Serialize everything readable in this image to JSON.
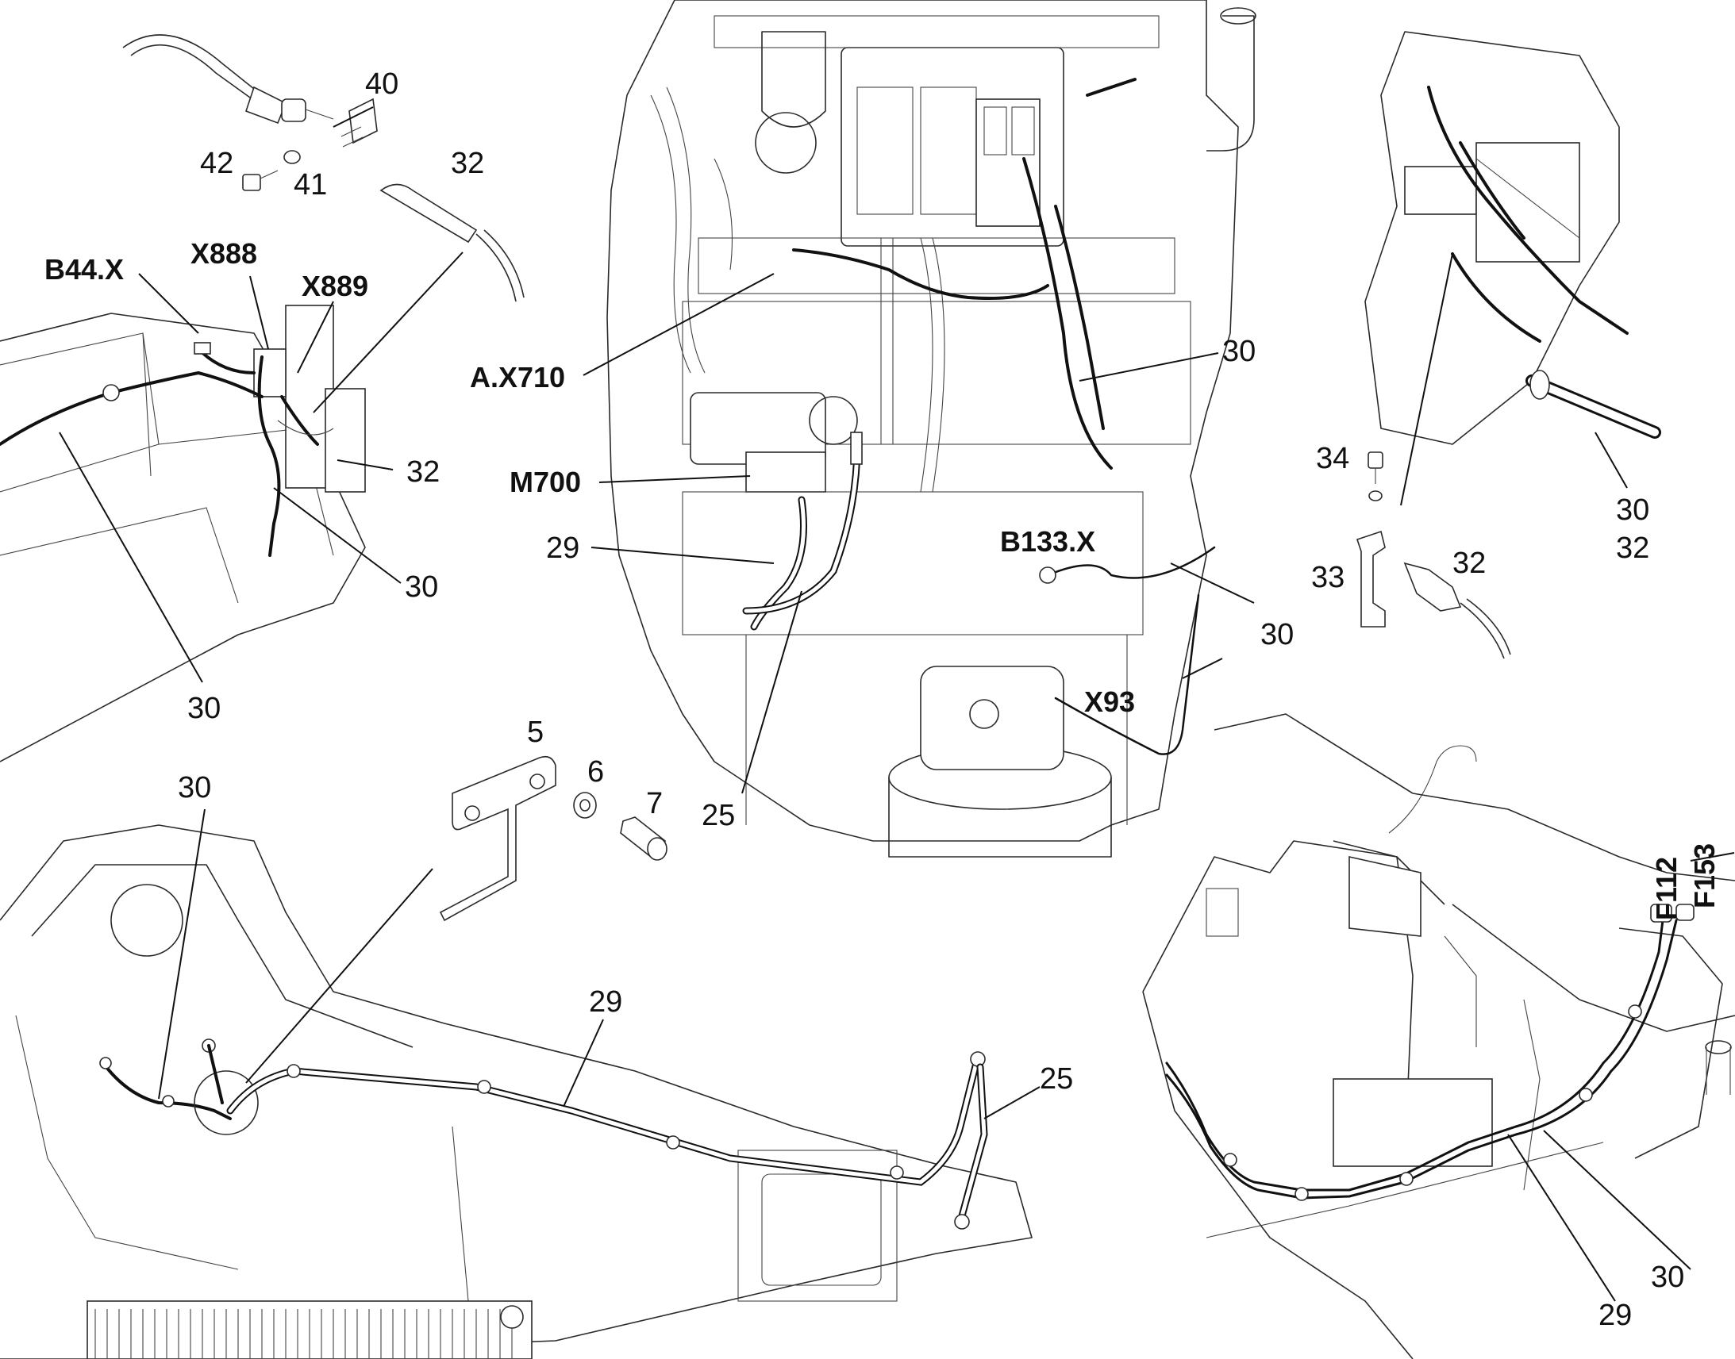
{
  "callouts": {
    "top_left": {
      "c40": "40",
      "c42": "42",
      "c41": "41",
      "c32a": "32",
      "b44x": "B44.X",
      "x888": "X888",
      "x889": "X889",
      "c32b": "32",
      "c30a": "30",
      "c30b": "30"
    },
    "top_center": {
      "ax710": "A.X710",
      "c30": "30",
      "m700": "M700",
      "c29": "29",
      "b133x": "B133.X",
      "c30b": "30",
      "x93": "X93",
      "c25": "25"
    },
    "top_right": {
      "c34": "34",
      "c33": "33",
      "c32": "32",
      "c30": "30",
      "c32b": "32"
    },
    "bottom_left": {
      "c5": "5",
      "c6": "6",
      "c7": "7",
      "c30": "30",
      "c29": "29",
      "c25": "25"
    },
    "bottom_right": {
      "f112": "F112",
      "f153": "F153",
      "c30": "30",
      "c29": "29"
    }
  },
  "colors": {
    "line": "#111111",
    "background": "#ffffff"
  }
}
